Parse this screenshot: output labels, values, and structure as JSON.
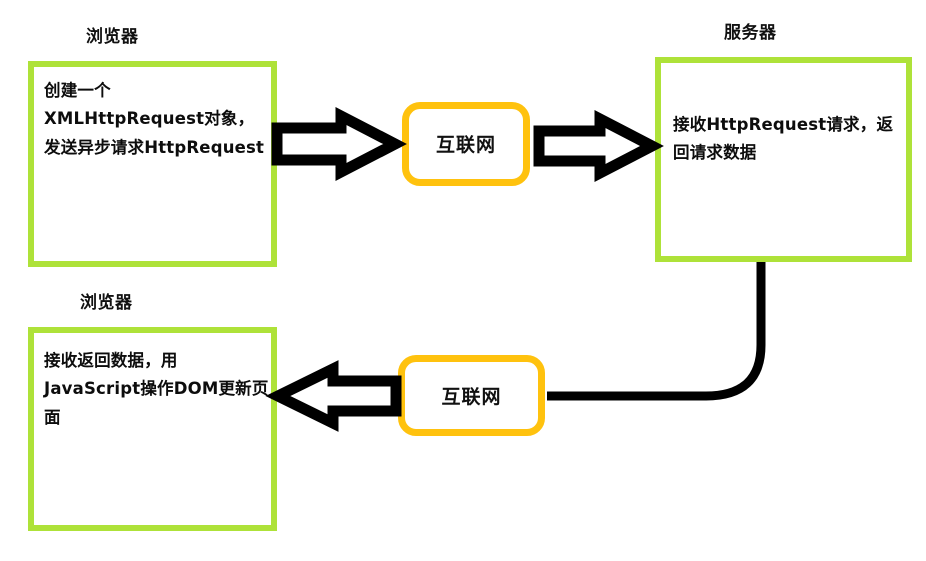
{
  "diagram": {
    "title": "AJAX request flow diagram",
    "colors": {
      "box_border_green": "#aee239",
      "net_border_yellow": "#ffc20e",
      "arrow_stroke": "#000000",
      "arrow_fill": "#ffffff",
      "text": "#0d0d0d",
      "background": "#ffffff"
    },
    "captions": {
      "browser_top": "浏览器",
      "server": "服务器",
      "browser_bottom": "浏览器"
    },
    "nodes": {
      "browser_request": {
        "caption": "浏览器",
        "text": "创建一个XMLHttpRequest对象，发送异步请求HttpRequest"
      },
      "internet_top": {
        "label": "互联网"
      },
      "server": {
        "caption": "服务器",
        "text": "接收HttpRequest请求，返回请求数据"
      },
      "internet_bottom": {
        "label": "互联网"
      },
      "browser_response": {
        "caption": "浏览器",
        "text": "接收返回数据，用JavaScript操作DOM更新页面"
      }
    },
    "connectors": [
      {
        "name": "browser-to-internet-top",
        "kind": "block-arrow",
        "direction": "right"
      },
      {
        "name": "internet-top-to-server",
        "kind": "block-arrow",
        "direction": "right"
      },
      {
        "name": "server-to-internet-bottom",
        "kind": "elbow-curve",
        "direction": "down-left"
      },
      {
        "name": "internet-bottom-to-browser",
        "kind": "block-arrow",
        "direction": "left"
      }
    ]
  }
}
